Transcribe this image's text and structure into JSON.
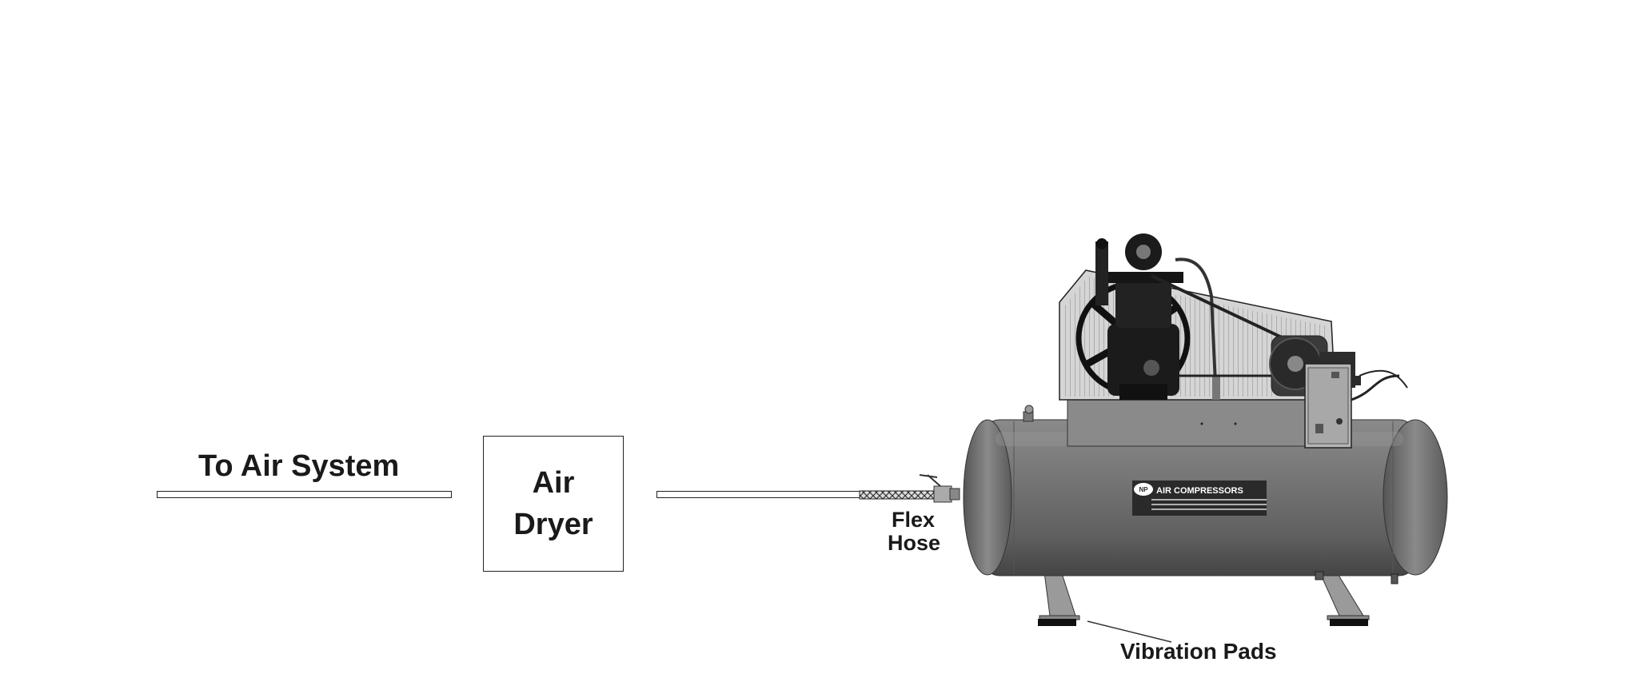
{
  "labels": {
    "to_air_system": "To Air System",
    "air_dryer_line1": "Air",
    "air_dryer_line2": "Dryer",
    "flex_hose_line1": "Flex",
    "flex_hose_line2": "Hose",
    "vibration_pads": "Vibration Pads",
    "brand_text": "AIR COMPRESSORS"
  },
  "colors": {
    "line": "#222222",
    "tank": "#6e6e6e",
    "text": "#1a1a1a"
  },
  "icons": {
    "compressor": "air-compressor-illustration",
    "hose": "flex-hose-icon"
  }
}
